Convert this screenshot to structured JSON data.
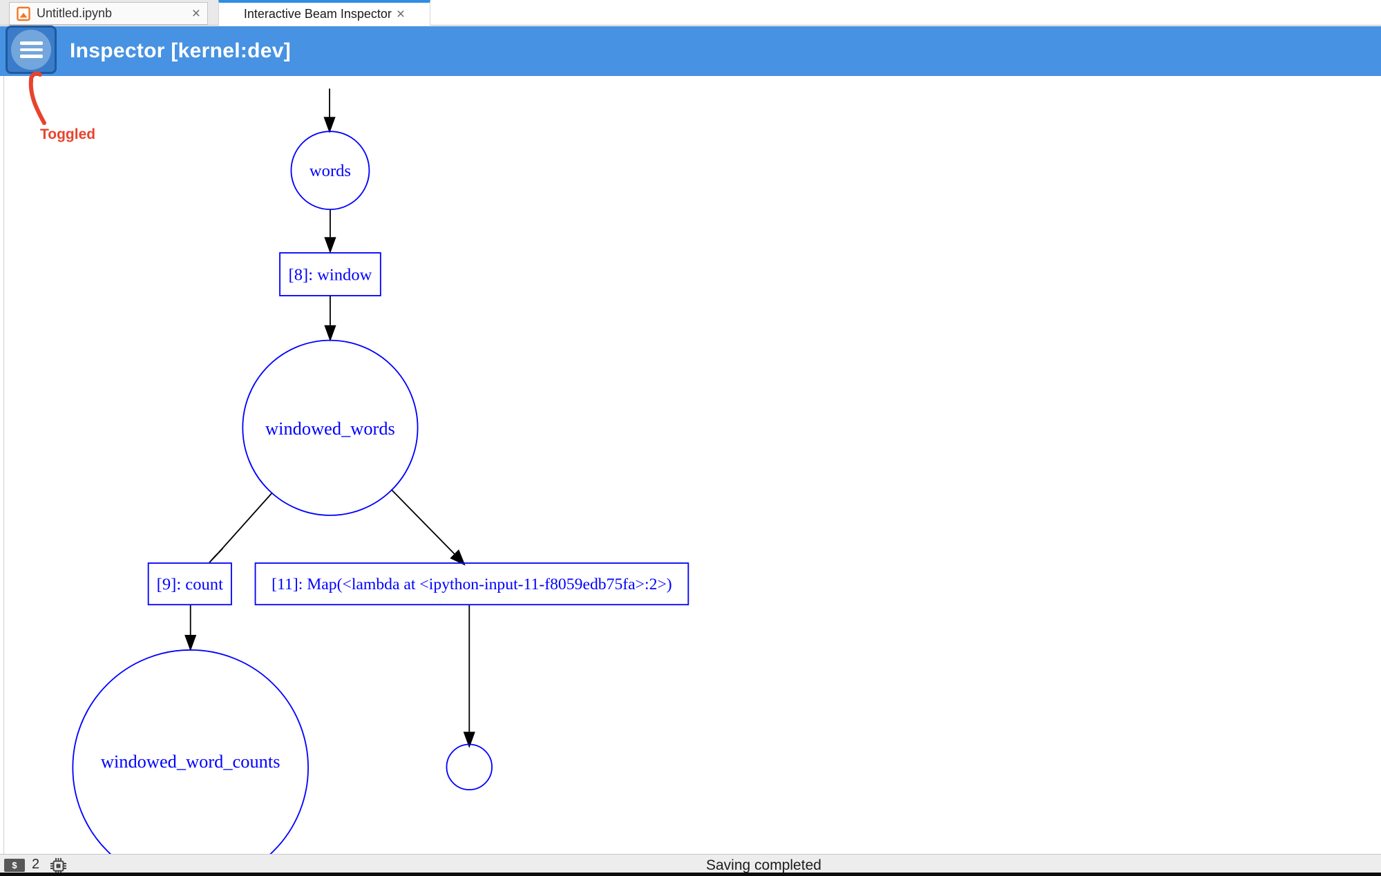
{
  "window": {
    "tabs": [
      {
        "title": "Untitled.ipynb",
        "active": false
      },
      {
        "title": "Interactive Beam Inspector",
        "active": true
      }
    ]
  },
  "icons": {
    "close": "×",
    "terminal_prompt": "$"
  },
  "header": {
    "title": "Inspector [kernel:dev]"
  },
  "annotation": {
    "label": "Toggled",
    "color": "#e8432d"
  },
  "graph": {
    "nodes": [
      {
        "id": "words",
        "shape": "circle",
        "label": "words"
      },
      {
        "id": "cell-8-window",
        "shape": "box",
        "label": "[8]: window"
      },
      {
        "id": "windowed_words",
        "shape": "circle",
        "label": "windowed_words"
      },
      {
        "id": "cell-9-count",
        "shape": "box",
        "label": "[9]: count"
      },
      {
        "id": "cell-11-map",
        "shape": "box",
        "label": "[11]: Map(<lambda at <ipython-input-11-f8059edb75fa>:2>)"
      },
      {
        "id": "windowed_word_counts",
        "shape": "circle",
        "label": "windowed_word_counts"
      },
      {
        "id": "anonymous-pcollection",
        "shape": "circle",
        "label": ""
      }
    ],
    "edges": [
      {
        "from": "",
        "to": "words"
      },
      {
        "from": "words",
        "to": "cell-8-window"
      },
      {
        "from": "cell-8-window",
        "to": "windowed_words"
      },
      {
        "from": "windowed_words",
        "to": "cell-9-count"
      },
      {
        "from": "windowed_words",
        "to": "cell-11-map"
      },
      {
        "from": "cell-9-count",
        "to": "windowed_word_counts"
      },
      {
        "from": "cell-11-map",
        "to": "anonymous-pcollection"
      }
    ],
    "colors": {
      "node": "#0000ff",
      "edge": "#000000"
    }
  },
  "status_bar": {
    "running_count": "2",
    "message": "Saving completed"
  },
  "colors": {
    "appbar": "#4792e2",
    "tab_active_stripe": "#2e8de4"
  }
}
